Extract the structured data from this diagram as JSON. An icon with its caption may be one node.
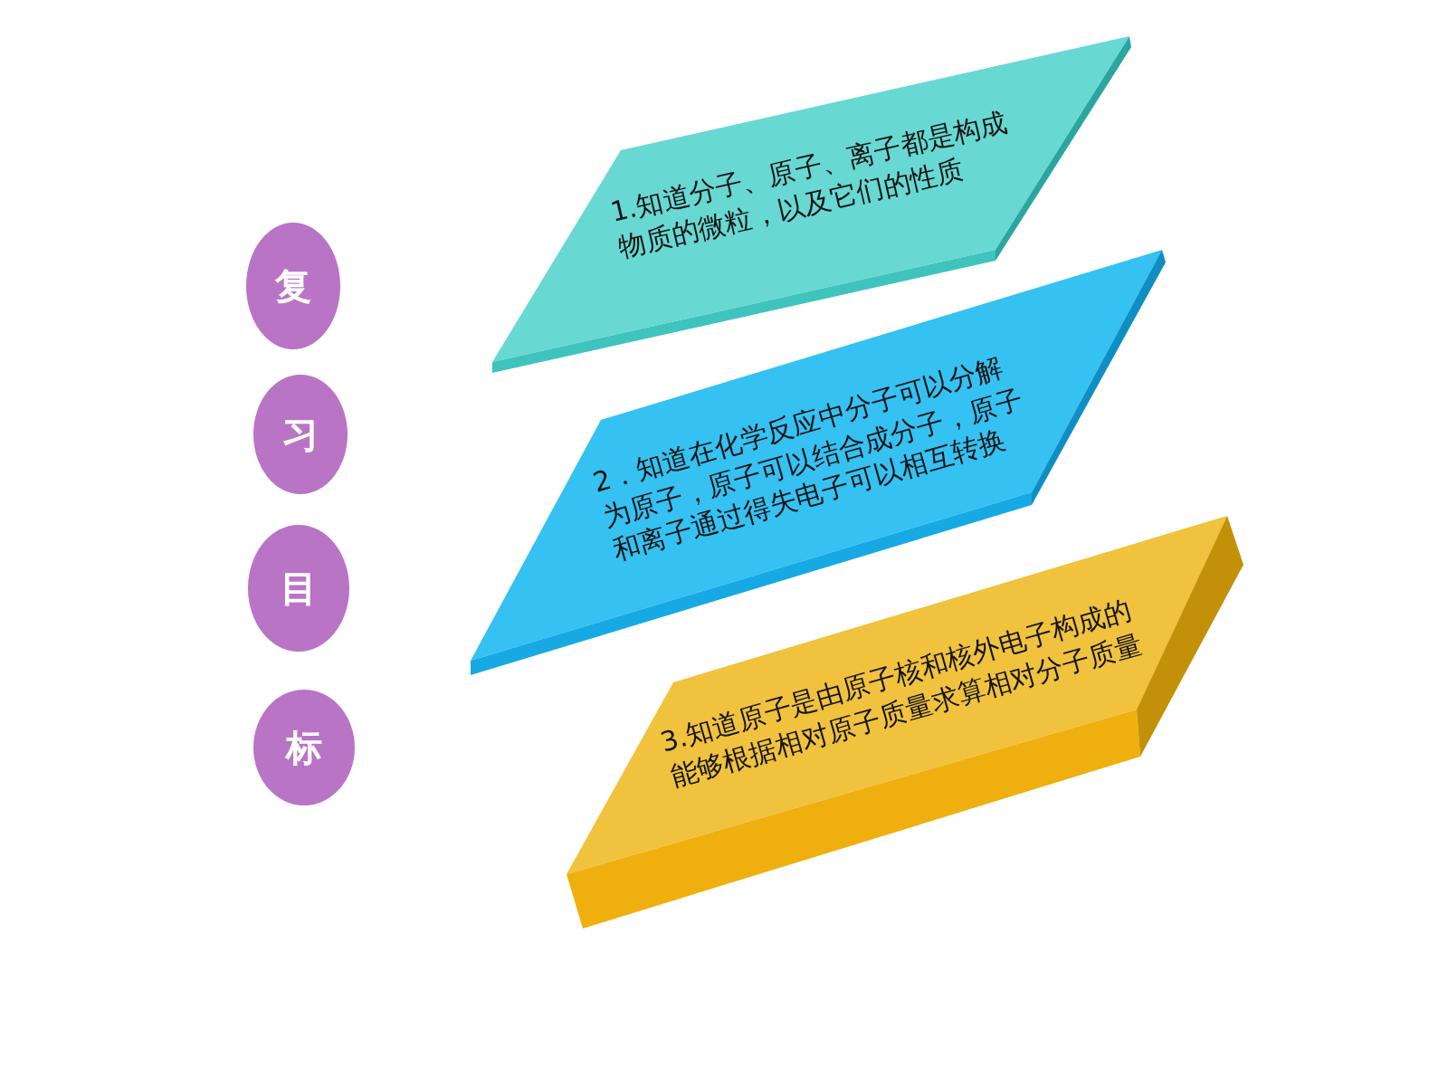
{
  "diagram": {
    "nodes": [
      {
        "text": [
          "复"
        ]
      },
      {
        "text": [
          "习"
        ]
      },
      {
        "text": [
          "目"
        ]
      },
      {
        "text": [
          "标"
        ]
      },
      {
        "text": [
          "1.知道分子、原子、离子都是构成物质的微粒，以及它们的性质"
        ]
      },
      {
        "text": [
          "2．知道在化学反应中分子可以分解为原子，原子可以结合成分子，原子和离子通过得失电子可以相互转换"
        ]
      },
      {
        "text": [
          "3.知道原子是由原子核和核外电子构成的能够根据相对原子质量求算相对分子质量"
        ]
      }
    ]
  }
}
